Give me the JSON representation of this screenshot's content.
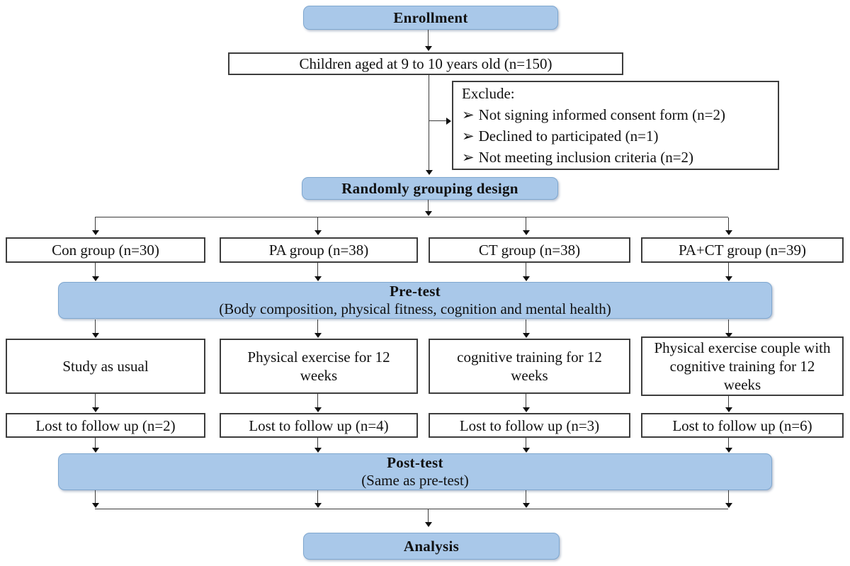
{
  "colors": {
    "banner_fill": "#a9c8e9",
    "banner_border": "#7fa7cf",
    "box_border": "#3d3d3d",
    "connector_line": "#3c3c3c",
    "text": "#111111"
  },
  "enrollment": {
    "label": "Enrollment"
  },
  "eligibility": {
    "label": "Children aged at 9 to 10 years old (n=150)"
  },
  "exclusion": {
    "title": "Exclude:",
    "bullet": "➢",
    "items": [
      "Not signing informed consent form (n=2)",
      "Declined to participated (n=1)",
      "Not meeting inclusion criteria (n=2)"
    ]
  },
  "randomization": {
    "label": "Randomly grouping design"
  },
  "groups": [
    {
      "label": "Con group (n=30)"
    },
    {
      "label": "PA group (n=38)"
    },
    {
      "label": "CT group (n=38)"
    },
    {
      "label": "PA+CT group (n=39)"
    }
  ],
  "pretest": {
    "title": "Pre-test",
    "subtitle": "(Body composition, physical fitness, cognition and mental health)"
  },
  "interventions": [
    {
      "label": "Study as usual"
    },
    {
      "label": "Physical exercise for 12 weeks"
    },
    {
      "label": "cognitive training for 12 weeks"
    },
    {
      "label": "Physical exercise couple with cognitive training for 12 weeks"
    }
  ],
  "followup": [
    {
      "label": "Lost to follow up (n=2)"
    },
    {
      "label": "Lost to follow up (n=4)"
    },
    {
      "label": "Lost to follow up (n=3)"
    },
    {
      "label": "Lost to follow up (n=6)"
    }
  ],
  "posttest": {
    "title": "Post-test",
    "subtitle": "(Same as pre-test)"
  },
  "analysis": {
    "label": "Analysis"
  }
}
